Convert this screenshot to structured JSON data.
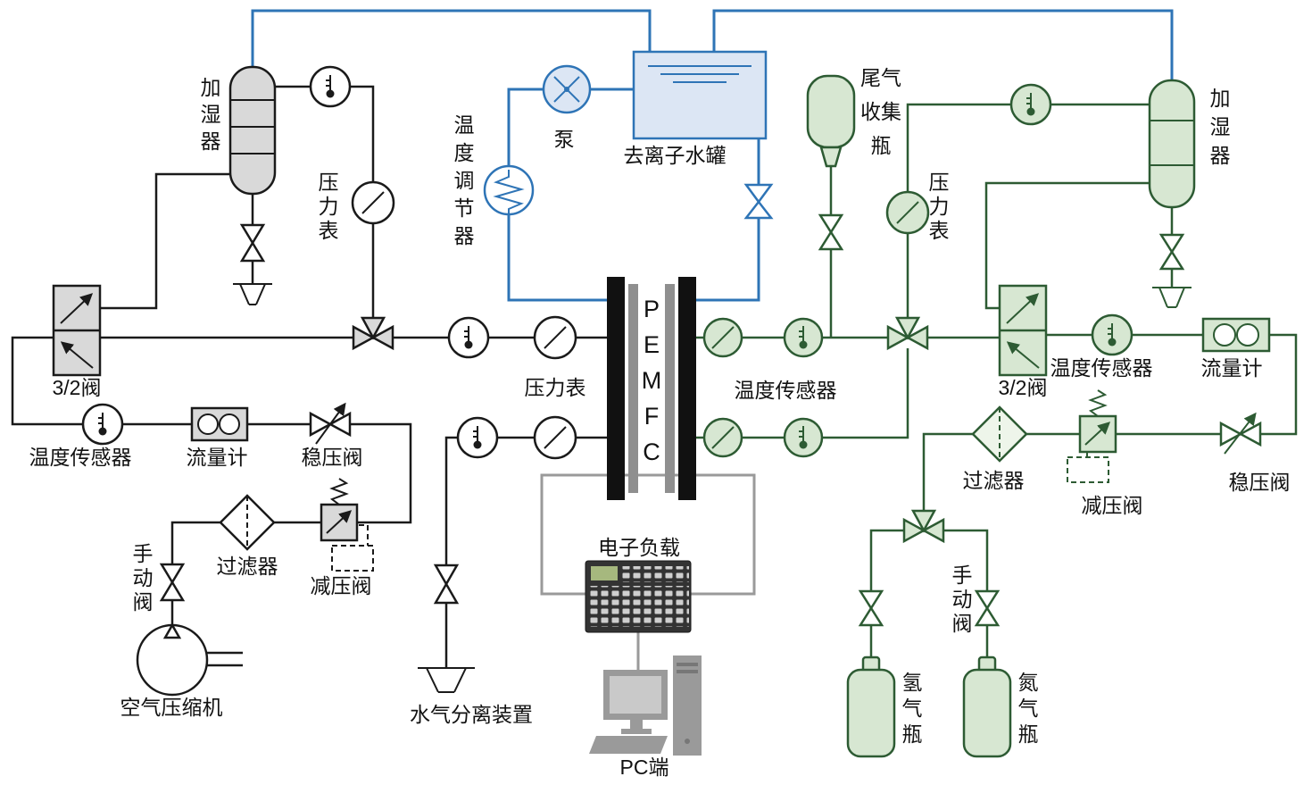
{
  "colors": {
    "air": "#1a1a1a",
    "water": "#2e74b6",
    "h2": "#2d5b33",
    "gray-fill": "#d9d9d9",
    "green-fill": "#d7e7d2",
    "water-fill": "#dce6f4",
    "wire": "#9a9a9a"
  },
  "labels": {
    "air": {
      "humidifier": "加湿器",
      "pressure_gauge_humidifier": "压力表",
      "valve_32": "3/2阀",
      "temp_sensor": "温度传感器",
      "flow_meter": "流量计",
      "stabilizing_valve": "稳压阀",
      "filter": "过滤器",
      "reducing_valve": "减压阀",
      "manual_valve": "手动阀",
      "compressor": "空气压缩机",
      "separator": "水气分离装置",
      "pressure_gauge_stack": "压力表"
    },
    "water": {
      "pump": "泵",
      "tank": "去离子水罐",
      "temp_regulator": "温度调节器"
    },
    "stack": {
      "name": "PEMFC"
    },
    "load": {
      "electronic_load": "电子负载",
      "pc": "PC端"
    },
    "h2": {
      "tail_gas_bottle": "尾气\n收集\n瓶",
      "pressure_gauge": "压力表",
      "humidifier": "加湿器",
      "valve_32": "3/2阀",
      "temp_sensor_stack": "温度传感器",
      "temp_sensor_supply": "温度传感器",
      "flow_meter": "流量计",
      "stabilizing_valve": "稳压阀",
      "reducing_valve": "减压阀",
      "filter": "过滤器",
      "manual_valve": "手动阀",
      "hydrogen_bottle": "氢气瓶",
      "nitrogen_bottle": "氮气瓶"
    }
  }
}
